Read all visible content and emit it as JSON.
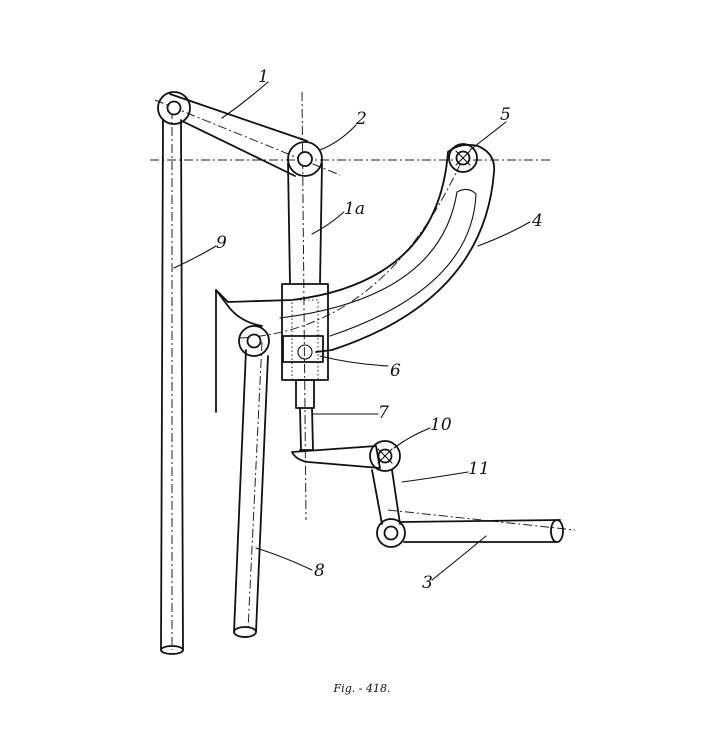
{
  "labels": {
    "l1": "1",
    "l1a": "1a",
    "l2": "2",
    "l3": "3",
    "l4": "4",
    "l5": "5",
    "l6": "6",
    "l7": "7",
    "l8": "8",
    "l9": "9",
    "l10": "10",
    "l11": "11"
  },
  "caption": "Fig. - 418."
}
